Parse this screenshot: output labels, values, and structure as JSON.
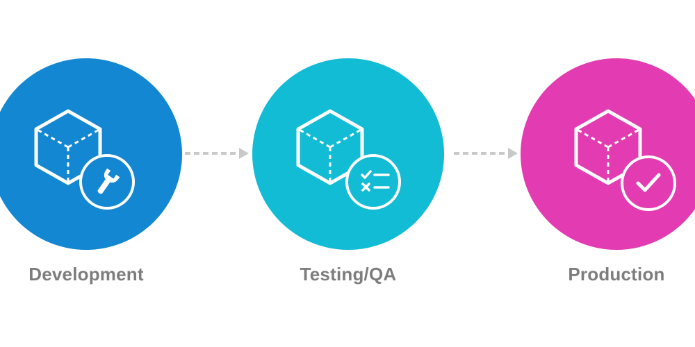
{
  "stages": [
    {
      "label": "Development",
      "color": "#1387d1",
      "badge_icon": "wrench-icon"
    },
    {
      "label": "Testing/QA",
      "color": "#12bcd5",
      "badge_icon": "checklist-icon"
    },
    {
      "label": "Production",
      "color": "#e33cb2",
      "badge_icon": "checkmark-icon"
    }
  ],
  "arrow_color": "#c9c9c9",
  "label_color": "#7d7d7d"
}
